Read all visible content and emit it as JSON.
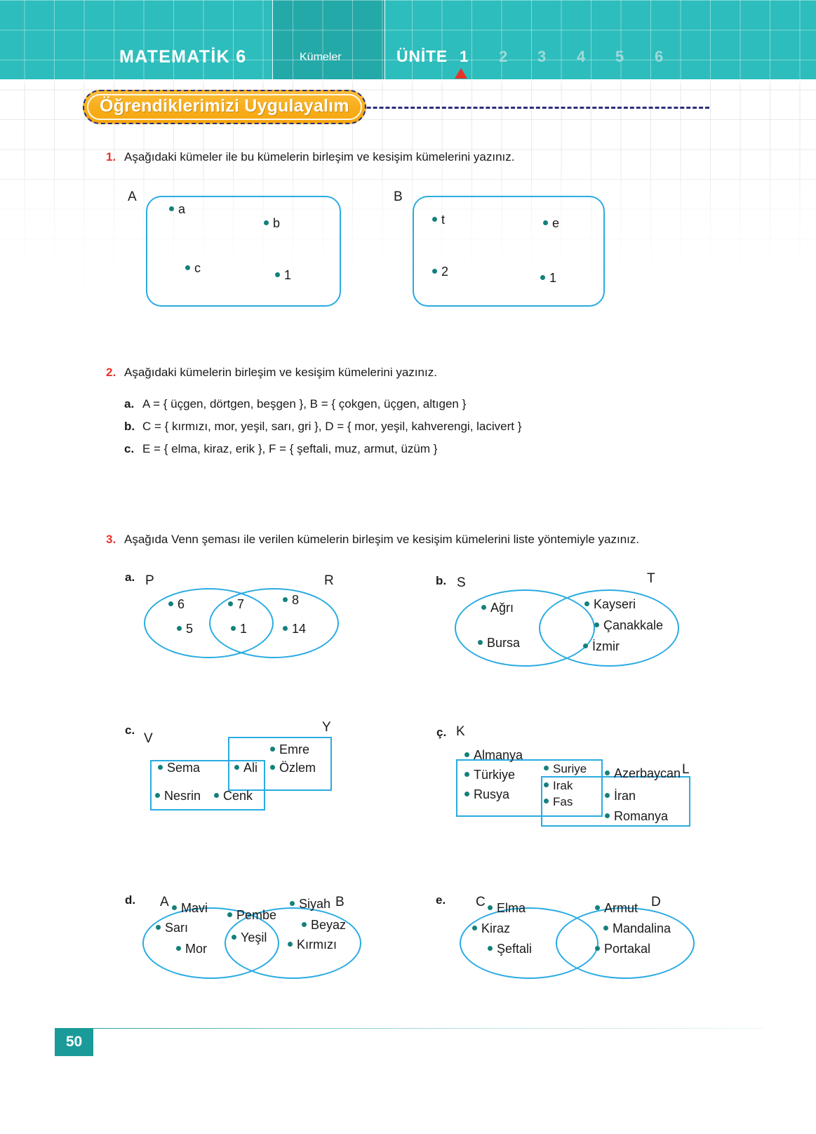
{
  "header": {
    "subject": "MATEMATİK 6",
    "topic": "Kümeler",
    "unit_label": "ÜNİTE",
    "unit_numbers": [
      "1",
      "2",
      "3",
      "4",
      "5",
      "6"
    ],
    "active_unit": "1",
    "banner_color": "#2dbdbc",
    "banner_mid_color": "#23a9a8",
    "arrow_color": "#e8332a"
  },
  "section_badge": {
    "label": "Öğrendiklerimizi Uygulayalım",
    "fill_color": "#f8ae1c",
    "border_color": "#2b2f7a"
  },
  "questions": [
    {
      "number": "1.",
      "text": "Aşağıdaki kümeler ile bu kümelerin birleşim ve kesişim kümelerini yazınız."
    },
    {
      "number": "2.",
      "text": "Aşağıdaki kümelerin birleşim ve kesişim kümelerini yazınız.",
      "items": [
        {
          "label": "a.",
          "text": "A = { üçgen, dörtgen, beşgen }, B = { çokgen, üçgen, altıgen }"
        },
        {
          "label": "b.",
          "text": "C = { kırmızı, mor, yeşil, sarı, gri }, D = { mor, yeşil, kahverengi, lacivert }"
        },
        {
          "label": "c.",
          "text": "E = { elma, kiraz, erik }, F = { şeftali, muz, armut, üzüm }"
        }
      ]
    },
    {
      "number": "3.",
      "text": "Aşağıda Venn şeması ile verilen kümelerin birleşim ve kesişim kümelerini liste yöntemiyle yazınız."
    }
  ],
  "q1_sets": [
    {
      "name": "A",
      "elements": [
        "a",
        "b",
        "c",
        "1"
      ]
    },
    {
      "name": "B",
      "elements": [
        "t",
        "e",
        "2",
        "1"
      ]
    }
  ],
  "q3_diagrams": [
    {
      "label": "a.",
      "shape": "ellipse",
      "left_set": "P",
      "right_set": "R",
      "left_only": [
        "6",
        "5"
      ],
      "intersection": [
        "7",
        "1"
      ],
      "right_only": [
        "8",
        "14"
      ]
    },
    {
      "label": "b.",
      "shape": "ellipse",
      "left_set": "S",
      "right_set": "T",
      "left_only": [
        "Ağrı",
        "Bursa"
      ],
      "intersection": [],
      "right_only": [
        "Kayseri",
        "Çanakkale",
        "İzmir"
      ]
    },
    {
      "label": "c.",
      "shape": "rect",
      "left_set": "V",
      "right_set": "Y",
      "left_only": [
        "Sema",
        "Nesrin",
        "Cenk"
      ],
      "intersection": [
        "Ali"
      ],
      "right_only": [
        "Emre",
        "Özlem"
      ]
    },
    {
      "label": "ç.",
      "shape": "rect",
      "left_set": "K",
      "right_set": "L",
      "left_only": [
        "Almanya",
        "Türkiye",
        "Rusya"
      ],
      "intersection": [
        "Suriye",
        "Irak",
        "Fas"
      ],
      "right_only": [
        "Azerbaycan",
        "İran",
        "Romanya"
      ]
    },
    {
      "label": "d.",
      "shape": "ellipse",
      "left_set": "A",
      "right_set": "B",
      "left_only": [
        "Mavi",
        "Sarı",
        "Mor"
      ],
      "intersection": [
        "Pembe",
        "Yeşil"
      ],
      "right_only": [
        "Siyah",
        "Beyaz",
        "Kırmızı"
      ]
    },
    {
      "label": "e.",
      "shape": "ellipse",
      "left_set": "C",
      "right_set": "D",
      "left_only": [
        "Elma",
        "Kiraz",
        "Şeftali"
      ],
      "intersection": [],
      "right_only": [
        "Armut",
        "Mandalina",
        "Portakal"
      ]
    }
  ],
  "footer": {
    "page_number": "50",
    "badge_color": "#1a9b9a"
  }
}
